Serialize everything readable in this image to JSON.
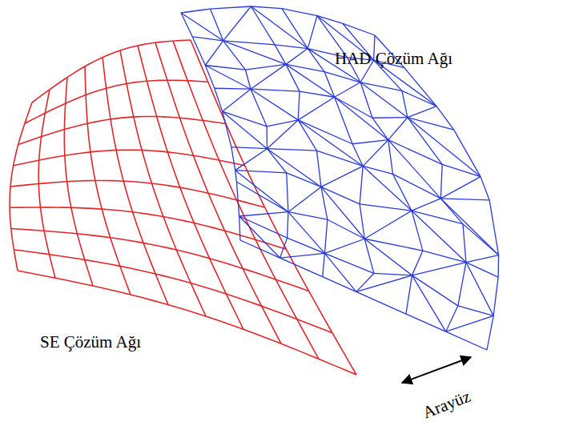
{
  "diagram": {
    "labels": [
      "HAD Çözüm Ağı",
      "SE Çözüm Ağı",
      "Arayüz"
    ]
  }
}
